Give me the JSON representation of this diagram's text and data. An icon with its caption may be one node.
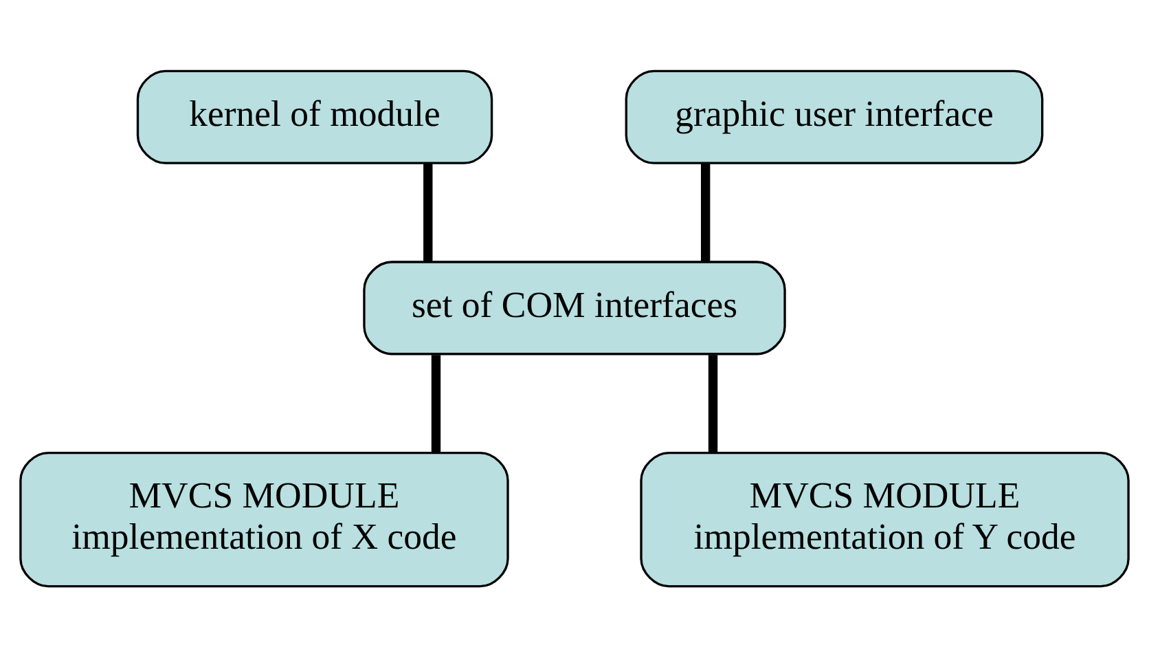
{
  "diagram": {
    "nodes": [
      {
        "text": [
          "kernel of module"
        ]
      },
      {
        "text": [
          "graphic user interface"
        ]
      },
      {
        "text": [
          "set of COM interfaces"
        ]
      },
      {
        "text": [
          "MVCS MODULE",
          "implementation of X code"
        ]
      },
      {
        "text": [
          "MVCS MODULE",
          "implementation of Y code"
        ]
      }
    ],
    "edges": [
      {
        "from": 0,
        "to": 2,
        "arrow": "none"
      },
      {
        "from": 1,
        "to": 2,
        "arrow": "none"
      },
      {
        "from": 2,
        "to": 3,
        "arrow": "none"
      },
      {
        "from": 2,
        "to": 4,
        "arrow": "none"
      }
    ]
  }
}
